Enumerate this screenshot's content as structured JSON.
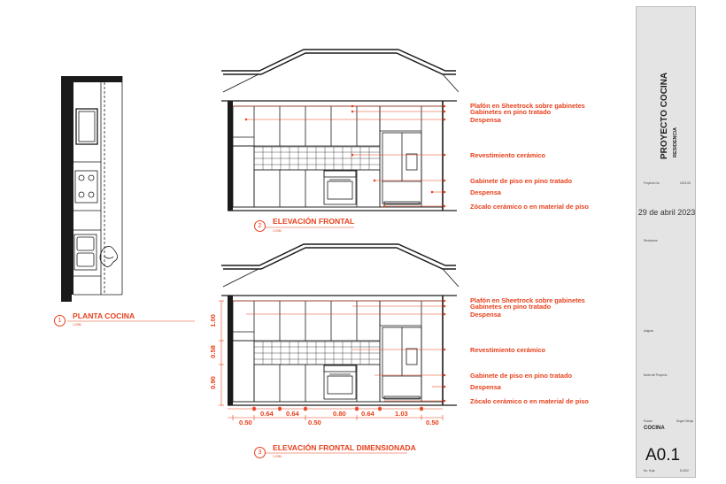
{
  "plan": {
    "number": "1",
    "title": "PLANTA COCINA",
    "scale": "1:20M"
  },
  "elevation_front": {
    "number": "2",
    "title": "ELEVACIÓN FRONTAL",
    "scale": "1:20M"
  },
  "elevation_dimensioned": {
    "number": "3",
    "title": "ELEVACIÓN FRONTAL DIMENSIONADA",
    "scale": "1:20M"
  },
  "annotations": {
    "plafon": "Plafón en Sheetrock sobre gabinetes",
    "gabinetes_pino": "Gabinetes en pino tratado",
    "despensa_top": "Despensa",
    "revestimiento": "Revestimiento cerámico",
    "gabinete_piso": "Gabinete de piso en pino tratado",
    "despensa_bottom": "Despensa",
    "zocalo": "Zócalo cerámico o en material de piso"
  },
  "dimensions": {
    "horizontal_upper": [
      "0.64",
      "0.64",
      "0.80",
      "0.64",
      "1.03"
    ],
    "horizontal_lower": [
      "0.50",
      "0.50",
      "0.50"
    ],
    "vertical": [
      "1.00",
      "0.58",
      "0.90"
    ]
  },
  "title_block": {
    "project": "PROYECTO COCINA",
    "subtitle": "RESIDENCIA",
    "project_no_label": "Proyecto No.",
    "project_no_value": "2023-06",
    "date": "29 de abril 2023",
    "revisions_label": "Revisiones",
    "approval_label": "Asignar",
    "north_label": "Norte del Proyecto",
    "scale_label": "Escala",
    "scale_value": "Según Dibujo",
    "sheet_name": "COCINA",
    "sheet_number": "A0.1",
    "sheet_no_label": "No. Hoja",
    "sheet_count": "8-2022"
  },
  "colors": {
    "accent": "#e8401c",
    "line": "#1a1a1a",
    "panel": "#e4e4e4"
  }
}
